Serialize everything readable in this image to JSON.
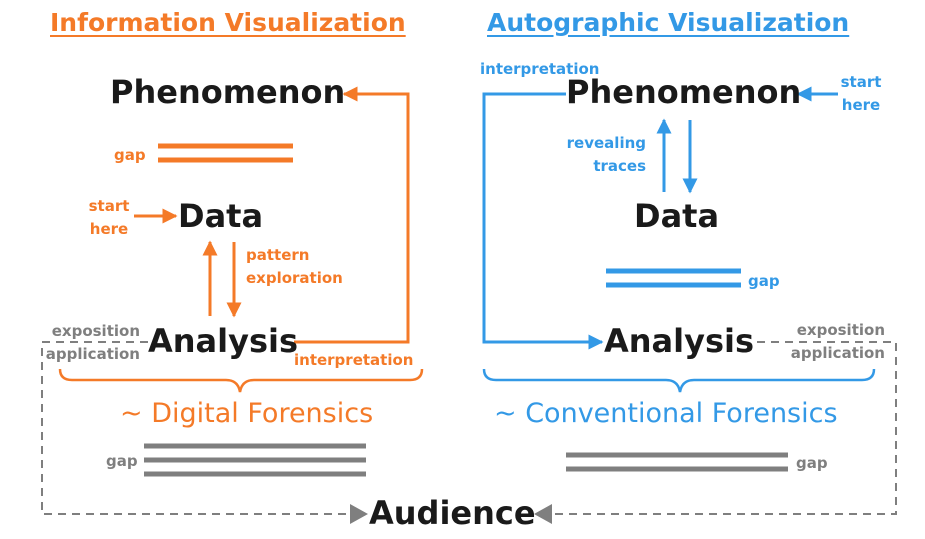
{
  "colors": {
    "orange": "#f47a28",
    "blue": "#3399e6",
    "gray": "#7f7f7f",
    "dark": "#1a1a1a"
  },
  "left": {
    "heading": "Information Visualization",
    "phenomenon": "Phenomenon",
    "data": "Data",
    "analysis": "Analysis",
    "gap": "gap",
    "start": "start",
    "here": "here",
    "pattern": "pattern",
    "exploration": "exploration",
    "interpretation": "interpretation",
    "exposition": "exposition",
    "application": "application",
    "forensics": "~ Digital Forensics",
    "audience_gap": "gap"
  },
  "right": {
    "heading": "Autographic Visualization",
    "phenomenon": "Phenomenon",
    "data": "Data",
    "analysis": "Analysis",
    "interpretation": "interpretation",
    "start": "start",
    "here": "here",
    "revealing": "revealing",
    "traces": "traces",
    "gap": "gap",
    "exposition": "exposition",
    "application": "application",
    "forensics": "~ Conventional Forensics",
    "audience_gap": "gap"
  },
  "audience": "Audience"
}
